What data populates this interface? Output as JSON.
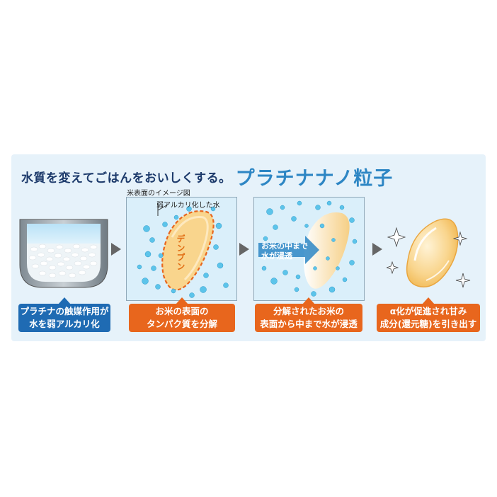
{
  "heading": {
    "lead": "水質を変えてごはんをおいしくする。",
    "brand": "プラチナナノ粒子"
  },
  "steps": [
    {
      "caption_lines": [
        "プラチナの触媒作用が",
        "水を弱アルカリ化"
      ],
      "color": "#1f6bb3"
    },
    {
      "caption_lines": [
        "お米の表面の",
        "タンパク質を分解"
      ],
      "color": "#e8661d"
    },
    {
      "caption_lines": [
        "分解されたお米の",
        "表面から中まで水が浸透"
      ],
      "color": "#e8661d"
    },
    {
      "caption_lines": [
        "α化が促進され甘み",
        "成分(還元糖)を引き出す"
      ],
      "color": "#e8661d"
    }
  ],
  "labels": {
    "rice_surface_image": "米表面のイメージ図",
    "alkaline_water": "弱アルカリ化した水",
    "starch": "デンプン",
    "water_into_rice_line1": "お米の中まで",
    "water_into_rice_line2": "水が浸透"
  },
  "colors": {
    "panel_bg": "#e6f2fa",
    "heading_text": "#1c3a6b",
    "brand_text": "#2d86c4",
    "caption_blue": "#1f6bb3",
    "caption_orange": "#e8661d",
    "rice_fill": "#f9d58d",
    "starch_outline": "#e8661d",
    "bubble": "#5cc4ea"
  }
}
